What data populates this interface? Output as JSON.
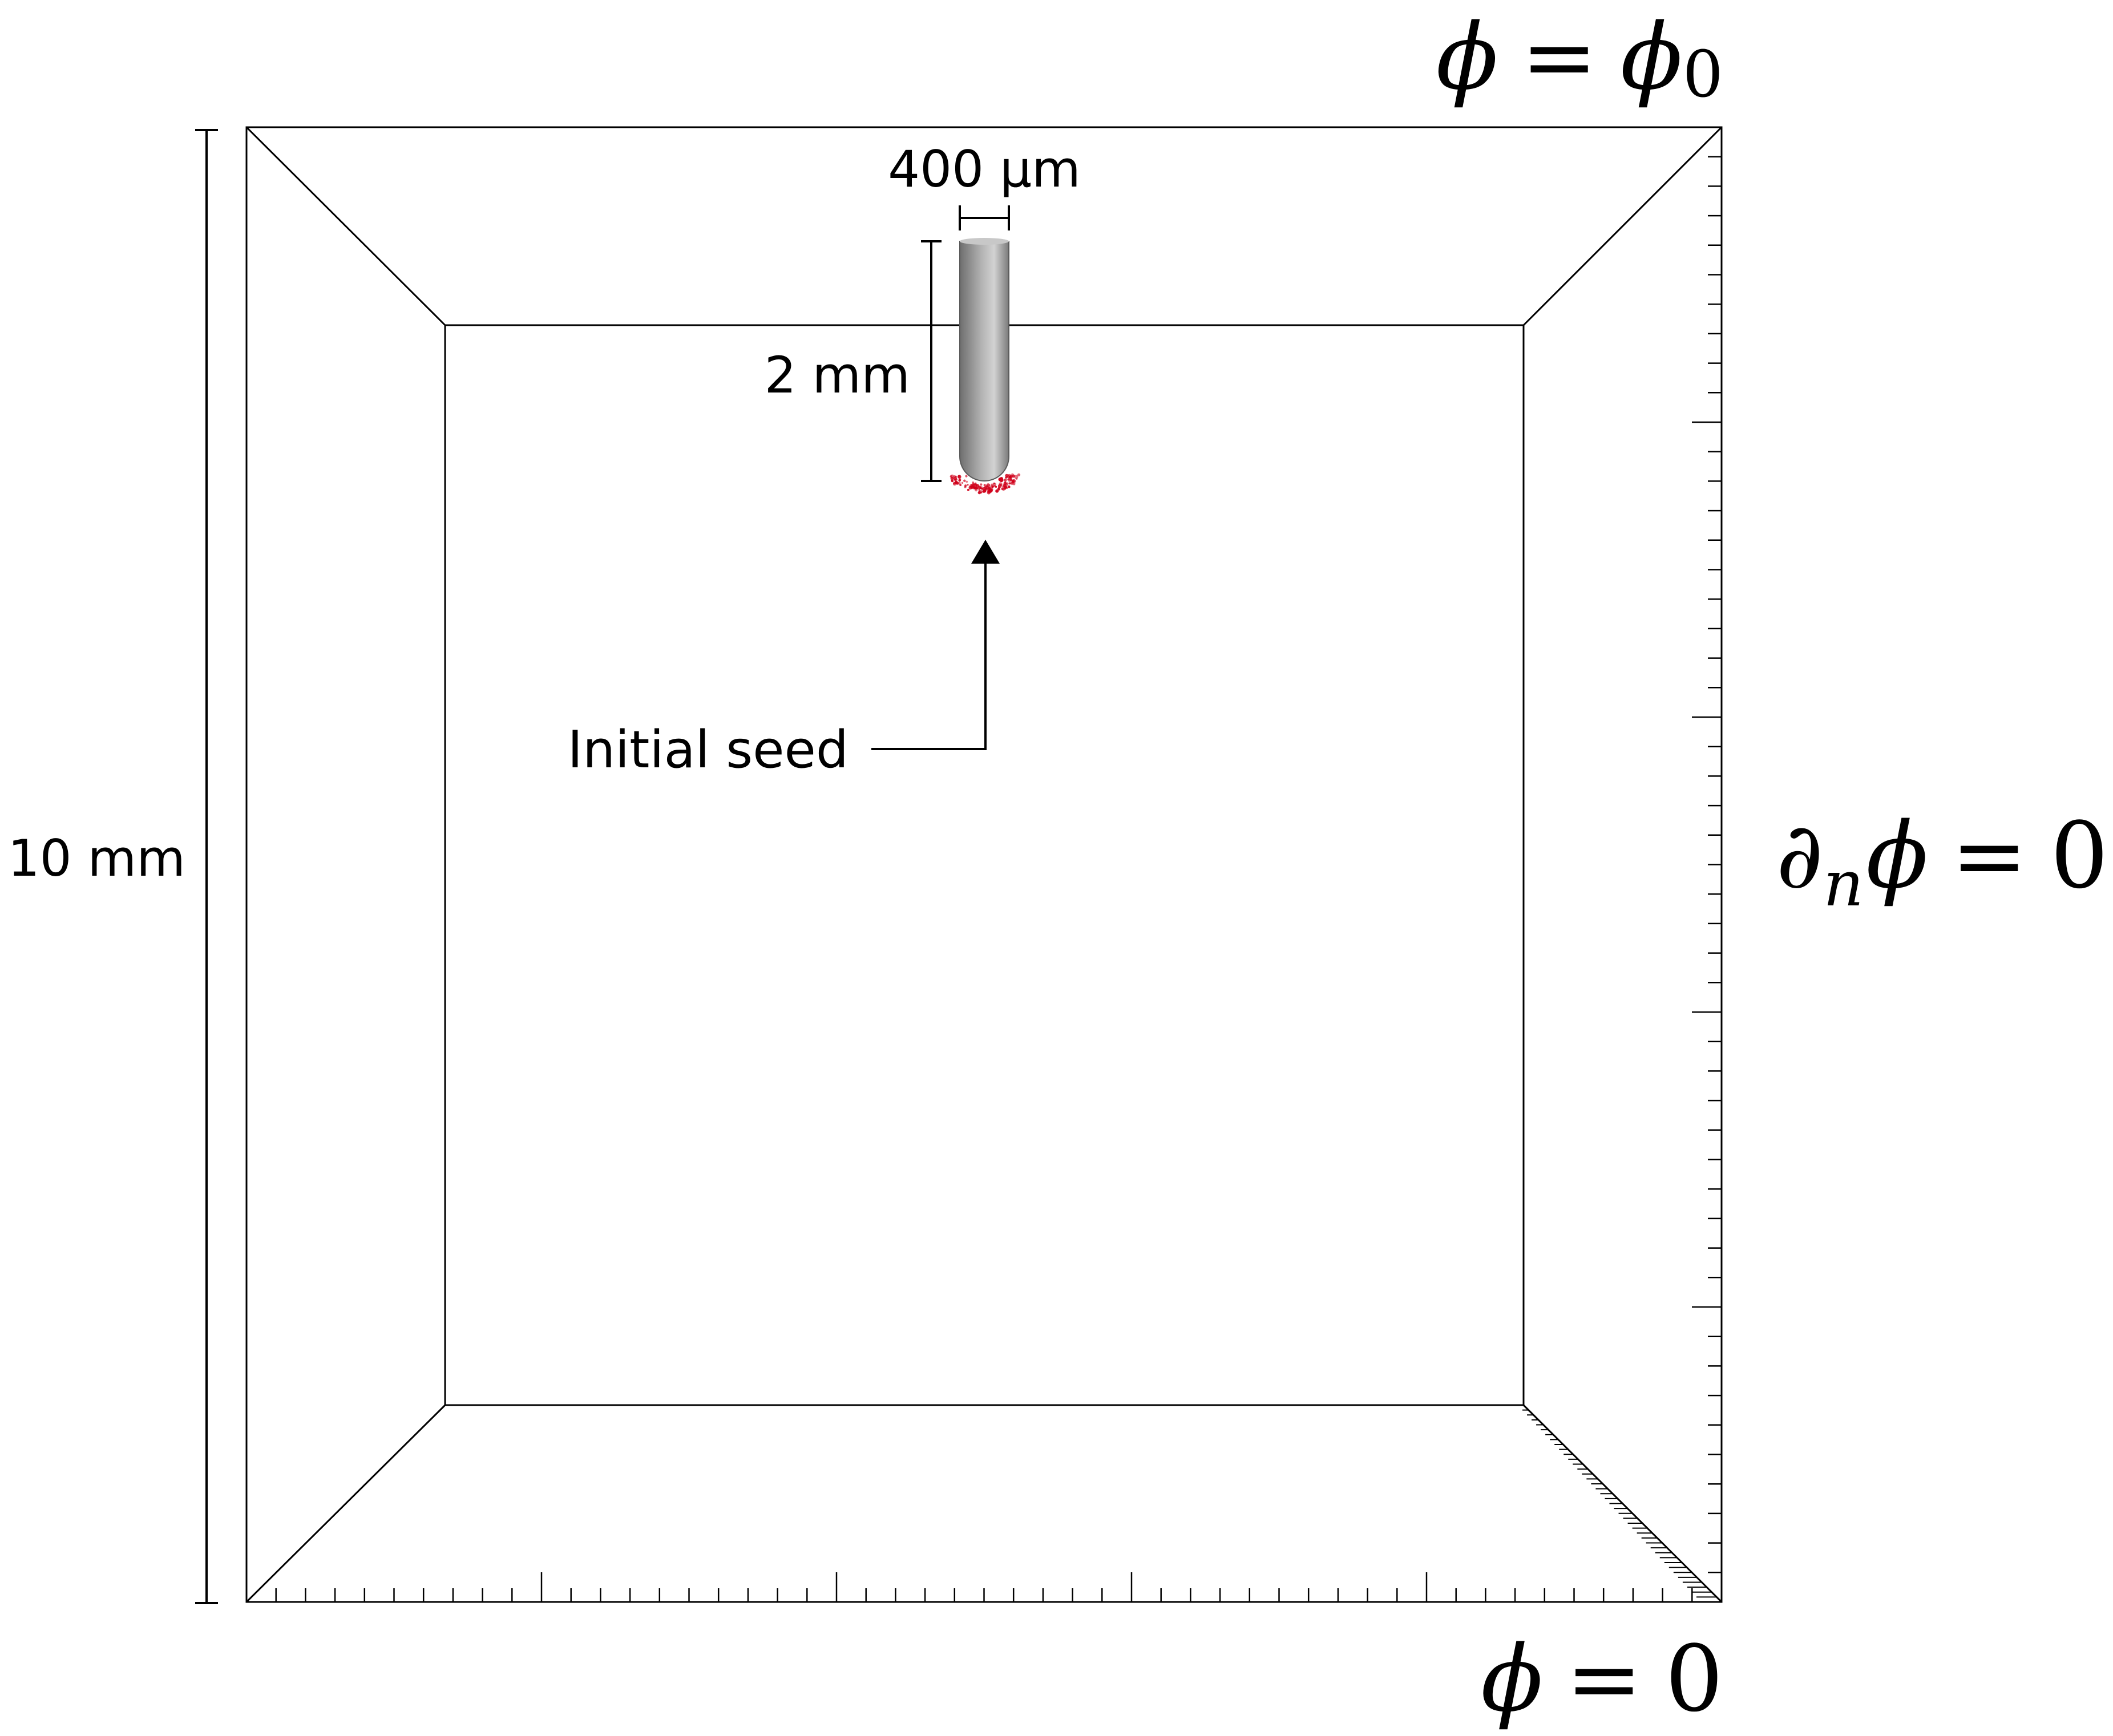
{
  "labels": {
    "top_bc_lhs": "ϕ",
    "top_bc_eq": "=",
    "top_bc_rhs": "ϕ",
    "top_bc_sub": "0",
    "side_bc_d": "∂",
    "side_bc_sub": "n",
    "side_bc_phi": "ϕ",
    "side_bc_eq": "=",
    "side_bc_rhs": "0",
    "bottom_bc_lhs": "ϕ",
    "bottom_bc_eq": "=",
    "bottom_bc_rhs": "0",
    "domain_height": "10 mm",
    "needle_length": "2 mm",
    "needle_diameter": "400 µm",
    "seed_annotation": "Initial seed"
  },
  "colors": {
    "lines": "#000000",
    "needle_dark": "#6e6e6e",
    "needle_light": "#d2d2d2",
    "seed": "#d0021b"
  }
}
